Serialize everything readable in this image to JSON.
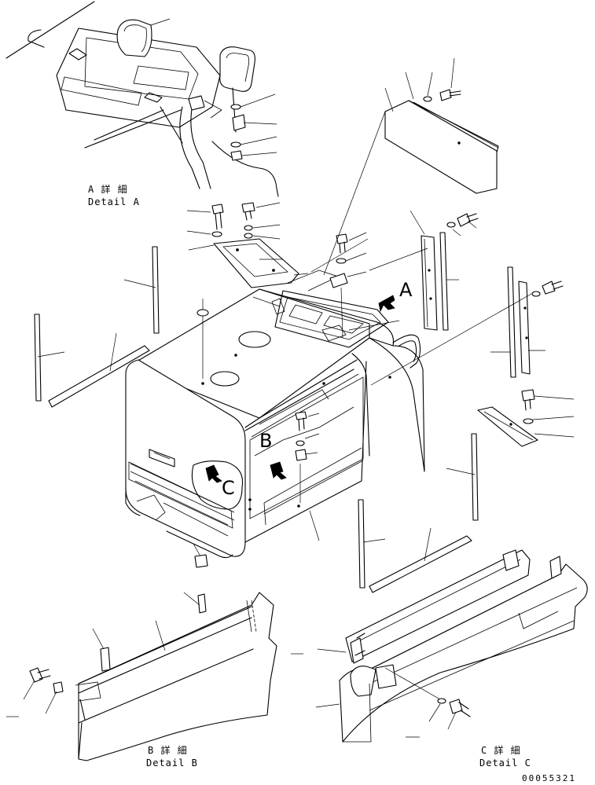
{
  "detail_labels": {
    "a_jp": "A 詳 細",
    "a_en": "Detail A",
    "b_jp": "B 詳 細",
    "b_en": "Detail B",
    "c_jp": "C 詳 細",
    "c_en": "Detail C"
  },
  "view_markers": {
    "a": "A",
    "b": "B",
    "c": "C"
  },
  "drawing_number": "00055321"
}
